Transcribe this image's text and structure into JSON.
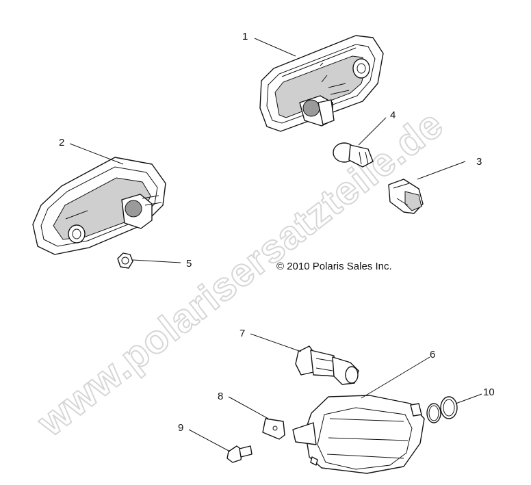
{
  "watermark": "www.polarisersatzteile.de",
  "copyright": "© 2010 Polaris Sales Inc.",
  "callouts": [
    "1",
    "2",
    "3",
    "4",
    "5",
    "6",
    "7",
    "8",
    "9",
    "10"
  ]
}
